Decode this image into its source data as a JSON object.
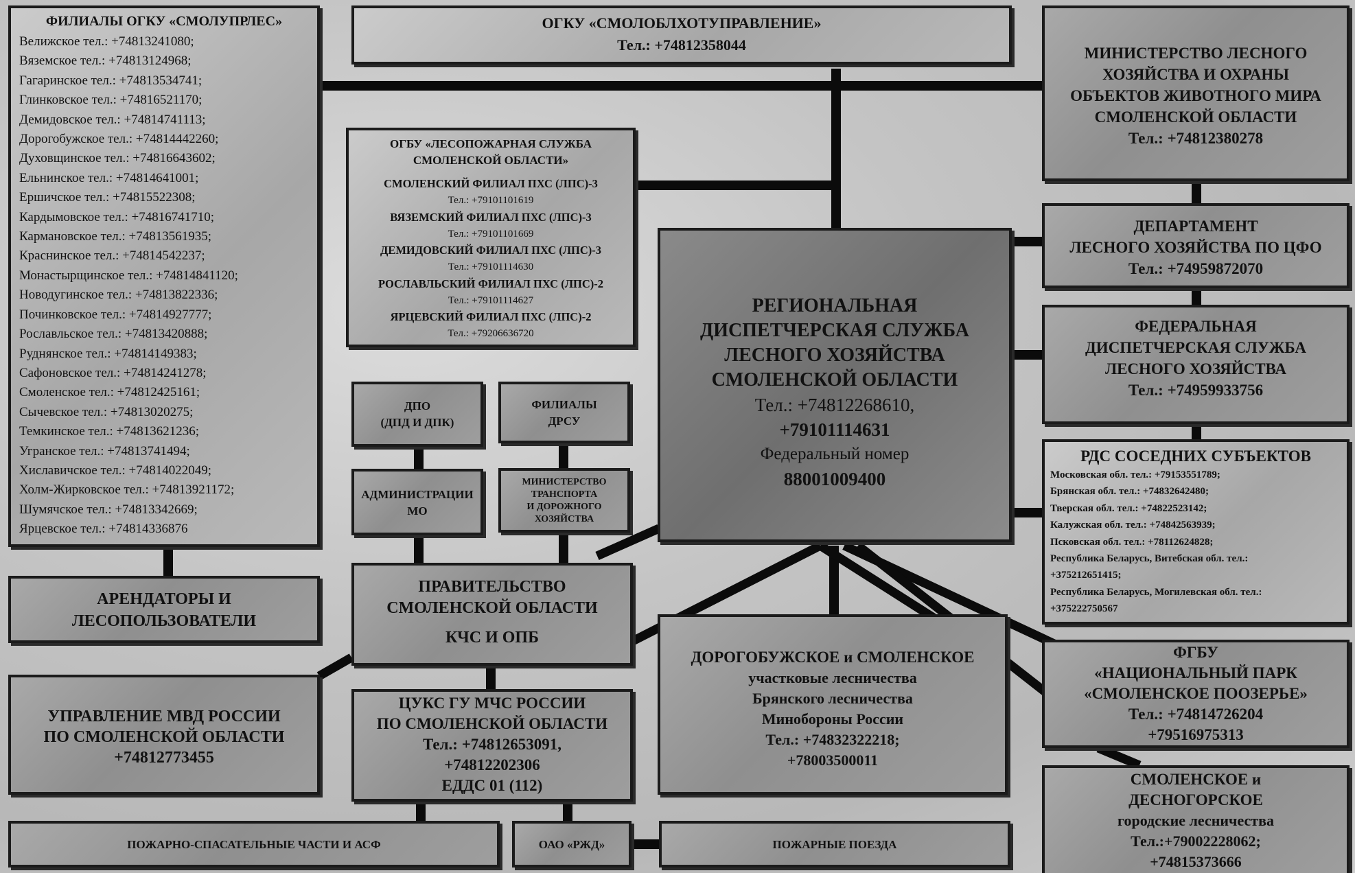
{
  "smolupr": {
    "title": "ФИЛИАЛЫ ОГКУ «СМОЛУПРЛЕС»",
    "rows": [
      "Велижское тел.: +74813241080;",
      "Вяземское тел.: +74813124968;",
      "Гагаринское тел.: +74813534741;",
      "Глинковское тел.: +74816521170;",
      "Демидовское тел.: +74814741113;",
      "Дорогобужское тел.: +74814442260;",
      "Духовщинское тел.: +74816643602;",
      "Ельнинское тел.: +74814641001;",
      "Ершичское тел.: +74815522308;",
      "Кардымовское тел.: +74816741710;",
      "Кармановское тел.: +74813561935;",
      "Краснинское тел.: +74814542237;",
      "Монастырщинское тел.: +74814841120;",
      "Новодугинское тел.: +74813822336;",
      "Починковское тел.: +74814927777;",
      "Рославльское тел.: +74813420888;",
      "Руднянское тел.: +74814149383;",
      "Сафоновское тел.: +74814241278;",
      "Смоленское тел.: +74812425161;",
      "Сычевское тел.: +74813020275;",
      "Темкинское тел.: +74813621236;",
      "Угранское тел.: +74813741494;",
      "Хиславичское тел.: +74814022049;",
      "Холм-Жирковское тел.: +74813921172;",
      "Шумячское тел.: +74813342669;",
      "Ярцевское тел.: +74814336876"
    ]
  },
  "smolobl": {
    "line1": "ОГКУ «СМОЛОБЛХОТУПРАВЛЕНИЕ»",
    "line2": "Тел.: +74812358044"
  },
  "ministry": {
    "lines": [
      "МИНИСТЕРСТВО ЛЕСНОГО",
      "ХОЗЯЙСТВА И ОХРАНЫ",
      "ОБЪЕКТОВ ЖИВОТНОГО МИРА",
      "СМОЛЕНСКОЙ ОБЛАСТИ",
      "Тел.: +74812380278"
    ]
  },
  "lps": {
    "title1": "ОГБУ «ЛЕСОПОЖАРНАЯ СЛУЖБА",
    "title2": "СМОЛЕНСКОЙ ОБЛАСТИ»",
    "groups": [
      {
        "name": "СМОЛЕНСКИЙ ФИЛИАЛ ПХС (ЛПС)-3",
        "tel": "Тел.: +79101101619"
      },
      {
        "name": "ВЯЗЕМСКИЙ ФИЛИАЛ ПХС (ЛПС)-3",
        "tel": "Тел.: +79101101669"
      },
      {
        "name": "ДЕМИДОВСКИЙ ФИЛИАЛ ПХС (ЛПС)-3",
        "tel": "Тел.: +79101114630"
      },
      {
        "name": "РОСЛАВЛЬСКИЙ ФИЛИАЛ ПХС (ЛПС)-2",
        "tel": "Тел.: +79101114627"
      },
      {
        "name": "ЯРЦЕВСКИЙ ФИЛИАЛ ПХС (ЛПС)-2",
        "tel": "Тел.: +79206636720"
      }
    ]
  },
  "dept": {
    "lines": [
      "ДЕПАРТАМЕНТ",
      "ЛЕСНОГО ХОЗЯЙСТВА ПО ЦФО",
      "Тел.: +74959872070"
    ]
  },
  "regional": {
    "lines": [
      "РЕГИОНАЛЬНАЯ",
      "ДИСПЕТЧЕРСКАЯ СЛУЖБА",
      "ЛЕСНОГО ХОЗЯЙСТВА",
      "СМОЛЕНСКОЙ ОБЛАСТИ"
    ],
    "tel1": "Тел.: +74812268610,",
    "tel2": "+79101114631",
    "fed_label": "Федеральный номер",
    "fed_num": "88001009400"
  },
  "federal": {
    "lines": [
      "ФЕДЕРАЛЬНАЯ",
      "ДИСПЕТЧЕРСКАЯ СЛУЖБА",
      "ЛЕСНОГО ХОЗЯЙСТВА",
      "Тел.: +74959933756"
    ]
  },
  "dpo": {
    "line1": "ДПО",
    "line2": "(ДПД И ДПК)"
  },
  "drsu": {
    "line1": "ФИЛИАЛЫ",
    "line2": "ДРСУ"
  },
  "adm": {
    "line1": "АДМИНИСТРАЦИИ",
    "line2": "МО"
  },
  "transport": {
    "lines": [
      "МИНИСТЕРСТВО",
      "ТРАНСПОРТА",
      "И ДОРОЖНОГО",
      "ХОЗЯЙСТВА"
    ]
  },
  "rds": {
    "title": "РДС СОСЕДНИХ СУБЪЕКТОВ",
    "rows": [
      "Московская обл. тел.: +79153551789;",
      "Брянская обл. тел.: +74832642480;",
      "Тверская обл. тел.: +74822523142;",
      "Калужская обл. тел.: +74842563939;",
      "Псковская обл. тел.: +78112624828;",
      "Республика Беларусь, Витебская обл. тел.:",
      "+375212651415;",
      "Республика Беларусь, Могилевская обл. тел.:",
      "+375222750567"
    ]
  },
  "arend": {
    "line1": "АРЕНДАТОРЫ И",
    "line2": "ЛЕСОПОЛЬЗОВАТЕЛИ"
  },
  "gov": {
    "line1": "ПРАВИТЕЛЬСТВО",
    "line2": "СМОЛЕНСКОЙ ОБЛАСТИ",
    "line3": "КЧС И ОПБ"
  },
  "dorog": {
    "lines": [
      "ДОРОГОБУЖСКОЕ и СМОЛЕНСКОЕ",
      "участковые лесничества",
      "Брянского лесничества",
      "Минобороны России",
      "Тел.: +74832322218;",
      "+78003500011"
    ]
  },
  "park": {
    "lines": [
      "ФГБУ",
      "«НАЦИОНАЛЬНЫЙ ПАРК",
      "«СМОЛЕНСКОЕ ПООЗЕРЬЕ»",
      "Тел.: +74814726204",
      "+79516975313"
    ]
  },
  "mvd": {
    "lines": [
      "УПРАВЛЕНИЕ МВД РОССИИ",
      "ПО СМОЛЕНСКОЙ ОБЛАСТИ",
      "+74812773455"
    ]
  },
  "cuks": {
    "lines": [
      "ЦУКС ГУ МЧС РОССИИ",
      "ПО СМОЛЕНСКОЙ ОБЛАСТИ",
      "Тел.: +74812653091,",
      "+74812202306",
      "ЕДДС 01 (112)"
    ]
  },
  "desn": {
    "lines": [
      "СМОЛЕНСКОЕ и",
      "ДЕСНОГОРСКОЕ",
      "городские лесничества",
      "Тел.:+79002228062;",
      "+74815373666"
    ]
  },
  "psc": {
    "label": "ПОЖАРНО-СПАСАТЕЛЬНЫЕ ЧАСТИ И АСФ"
  },
  "rzd": {
    "label": "ОАО «РЖД»"
  },
  "trains": {
    "label": "ПОЖАРНЫЕ ПОЕЗДА"
  }
}
